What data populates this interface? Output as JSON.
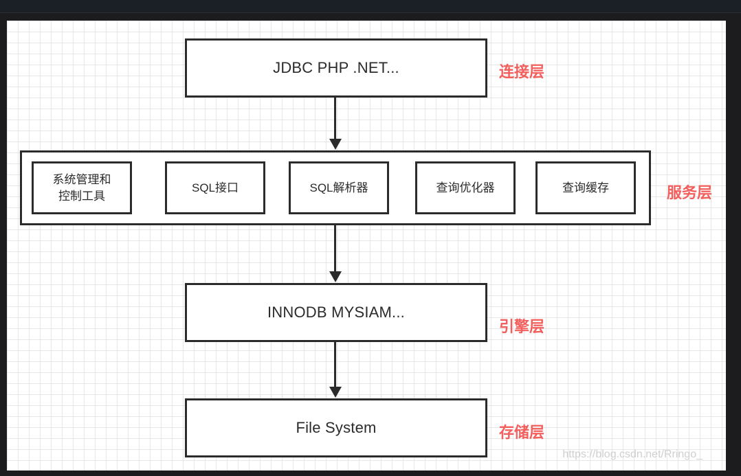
{
  "layers": {
    "connection": {
      "box_text": "JDBC PHP .NET...",
      "label": "连接层"
    },
    "service": {
      "label": "服务层",
      "components": [
        "系统管理和控制工具",
        "SQL接口",
        "SQL解析器",
        "查询优化器",
        "查询缓存"
      ]
    },
    "engine": {
      "box_text": "INNODB MYSIAM...",
      "label": "引擎层"
    },
    "storage": {
      "box_text": "File System",
      "label": "存储层"
    }
  },
  "watermark": "https://blog.csdn.net/Rringo_",
  "colors": {
    "layer_label": "#f25f5c",
    "box_border": "#2b2b2b",
    "grid": "#e6e6e6",
    "background": "#1c1c1e"
  }
}
